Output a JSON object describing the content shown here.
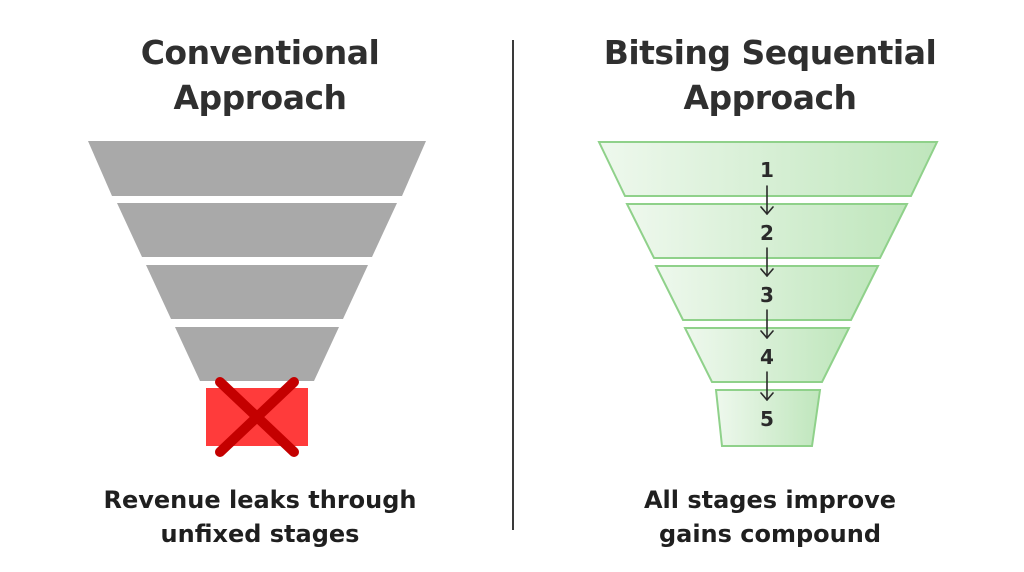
{
  "left": {
    "title_line1": "Conventional",
    "title_line2": "Approach",
    "caption_line1": "Revenue leaks through",
    "caption_line2": "unfixed stages",
    "funnel_color": "#a9a9a9",
    "leak_box_color": "#ff3b3b",
    "leak_cross_color": "#c40000"
  },
  "right": {
    "title_line1": "Bitsing Sequential",
    "title_line2": "Approach",
    "caption_line1": "All stages improve",
    "caption_line2": "gains compound",
    "stages": [
      "1",
      "2",
      "3",
      "4",
      "5"
    ],
    "fill_color": "#c8eac6",
    "border_color": "#8fd18a"
  }
}
